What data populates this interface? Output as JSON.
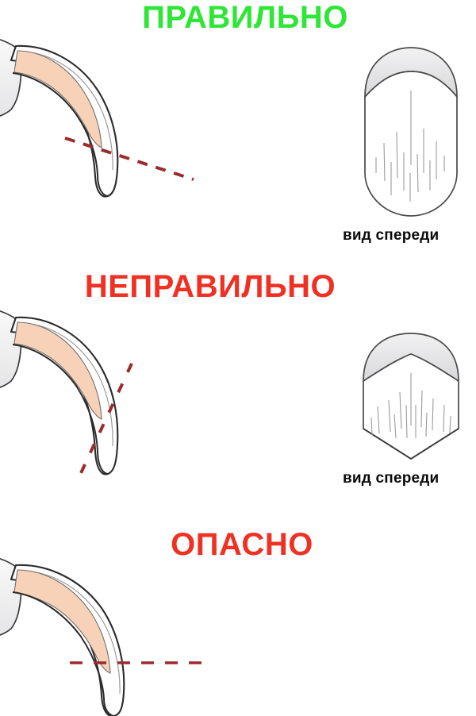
{
  "page": {
    "title_correct": "ПРАВИЛЬНО",
    "title_incorrect": "НЕПРАВИЛЬНО",
    "title_dangerous": "ОПАСНО",
    "background": "#ffffff"
  },
  "colors": {
    "correct_green": "#2ee636",
    "warning_red": "#ef3124",
    "quick_pink": "#f8d2b8",
    "claw_outline": "#2b2b2b",
    "claw_shell": "#ffffff",
    "shell_shade": "#e9e9ea",
    "cut_line_red": "#9b2c2c",
    "caption_black": "#0a0a0a"
  },
  "sections": [
    {
      "id": "correct",
      "heading": "ПРАВИЛЬНО",
      "heading_color": "#2ee636",
      "side_view": {
        "name": "claw-side-view-correct",
        "quick_label": "quick",
        "cut_line": {
          "name": "cut-line-correct",
          "orientation": "diagonal-downward",
          "color": "#9b2c2c",
          "style": "dashed",
          "passes_through_quick": false
        }
      },
      "front_view": {
        "name": "claw-front-view-correct",
        "caption": "вид спереди",
        "tip_shape": "rounded-taper"
      }
    },
    {
      "id": "incorrect",
      "heading": "НЕПРАВИЛЬНО",
      "heading_color": "#ef3124",
      "side_view": {
        "name": "claw-side-view-incorrect",
        "quick_label": "quick",
        "cut_line": {
          "name": "cut-line-incorrect",
          "orientation": "steep-vertical",
          "color": "#9b2c2c",
          "style": "dashed",
          "passes_through_quick": false
        }
      },
      "front_view": {
        "name": "claw-front-view-incorrect",
        "caption": "вид спереди",
        "tip_shape": "v-notch-chevron"
      }
    },
    {
      "id": "dangerous",
      "heading": "ОПАСНО",
      "heading_color": "#ef3124",
      "side_view": {
        "name": "claw-side-view-dangerous",
        "quick_label": "quick",
        "cut_line": {
          "name": "cut-line-dangerous",
          "orientation": "horizontal",
          "color": "#9b2c2c",
          "style": "dashed",
          "passes_through_quick": true
        }
      },
      "front_view": null
    }
  ],
  "captions": {
    "front_view_1": "вид спереди",
    "front_view_2": "вид спереди"
  }
}
